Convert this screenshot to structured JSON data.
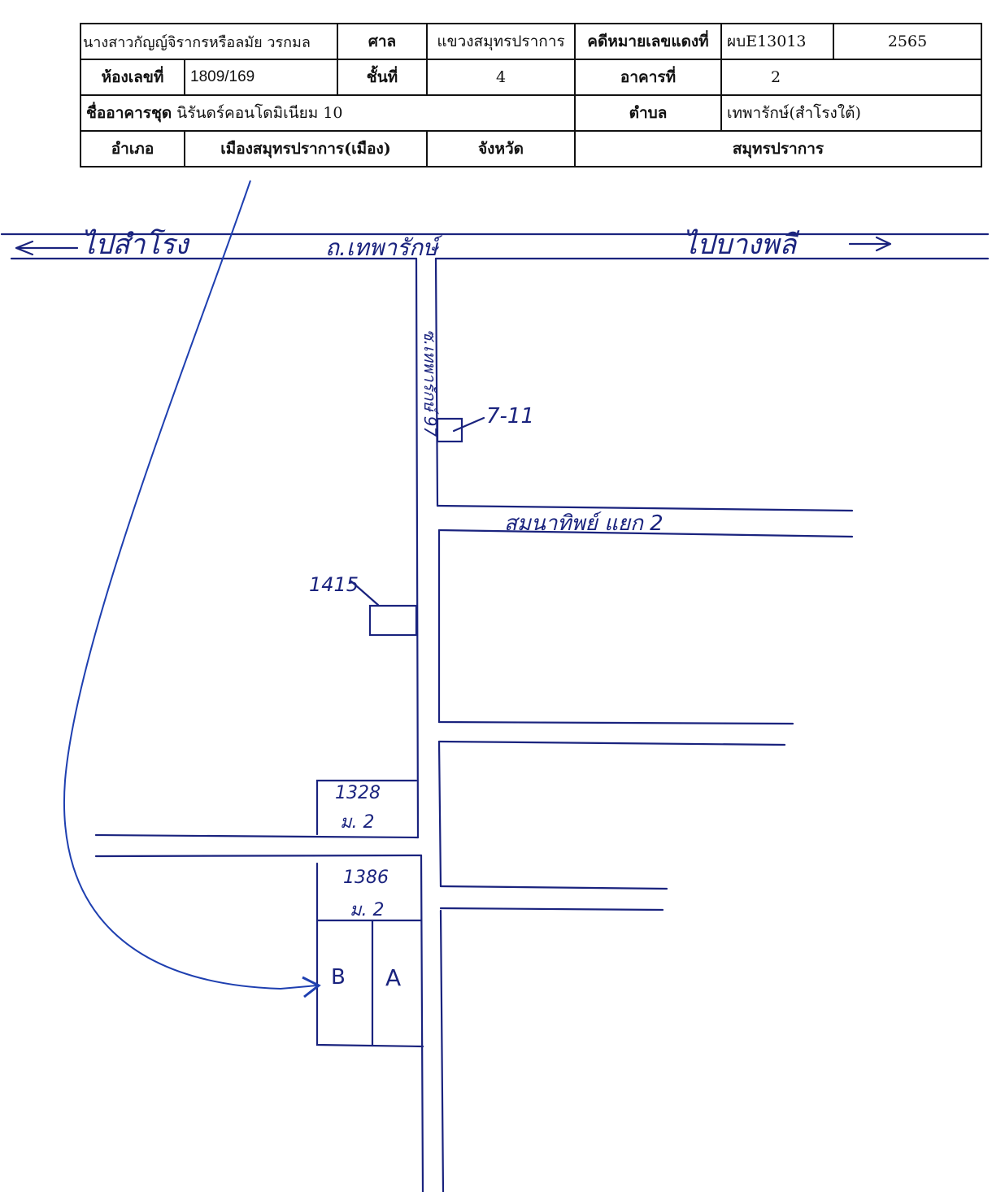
{
  "header": {
    "owner_name": "นางสาวกัญญ์จิรากรหรือลมัย วรกมล",
    "court_label": "ศาล",
    "court_value": "แขวงสมุทรปราการ",
    "case_label": "คดีหมายเลขแดงที่",
    "case_number": "ผบE13013",
    "case_year": "2565",
    "room_label": "ห้องเลขที่",
    "room_value": "1809/169",
    "floor_label": "ชั้นที่",
    "floor_value": "4",
    "building_label": "อาคารที่",
    "building_value": "2",
    "condo_label": "ชื่ออาคารชุด",
    "condo_value": "นิรันดร์คอนโดมิเนียม 10",
    "subdistrict_label": "ตำบล",
    "subdistrict_value": "เทพารักษ์(สำโรงใต้)",
    "district_label": "อำเภอ",
    "district_value": "เมืองสมุทรปราการ(เมือง)",
    "province_label": "จังหวัด",
    "province_value": "สมุทรปราการ"
  },
  "map": {
    "to_samrong": "ไปสำโรง",
    "main_road": "ถ.เทพารักษ์",
    "to_bangphli": "ไปบางพลี",
    "soi_name": "ซ.เทพารักษ์ 97",
    "side_road": "สมนาทิพย์ แยก 2",
    "landmark_711": "7-11",
    "plot_1415": "1415",
    "plot_1328": "1328",
    "plot_1328_moo": "ม. 2",
    "plot_1386": "1386",
    "plot_1386_moo": "ม. 2",
    "label_b": "B",
    "label_a": "A",
    "ink_color": "#1a237e"
  }
}
